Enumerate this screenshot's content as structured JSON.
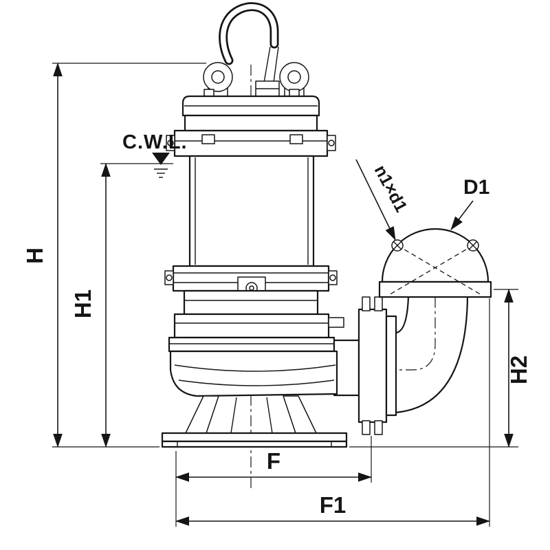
{
  "drawing": {
    "background_color": "#ffffff",
    "line_color": "#151515"
  },
  "labels": {
    "cwl": "C.W.L.",
    "h": "H",
    "h1": "H1",
    "h2": "H2",
    "f": "F",
    "f1": "F1",
    "n1xd1": "n1×d1",
    "d1": "D1"
  }
}
